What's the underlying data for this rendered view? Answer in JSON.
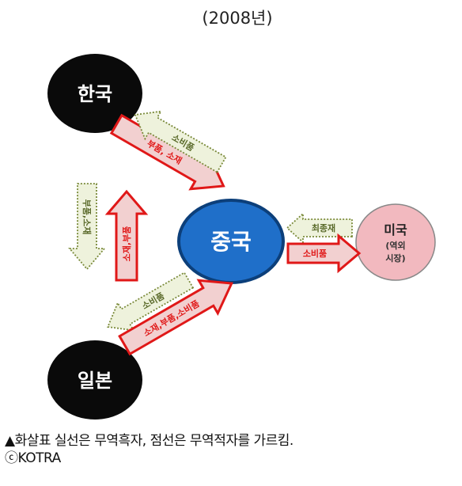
{
  "title": "(2008년)",
  "nodes": {
    "korea": "한국",
    "japan": "일본",
    "china": "중국",
    "usa_name": "미국",
    "usa_sub1": "(역외",
    "usa_sub2": "시장)"
  },
  "arrows": {
    "korea_to_china_solid": "부품, 소재",
    "china_to_korea_dotted": "소비품",
    "japan_to_korea_dotted": "부품,소재",
    "korea_to_japan_solid": "소재,부품",
    "china_to_japan_dotted": "소비품",
    "japan_to_china_solid": "소재,부품,소비품",
    "usa_to_china_dotted": "최종재",
    "china_to_usa_solid": "소비품"
  },
  "caption": {
    "line1": "▲화살표 실선은 무역흑자, 점선은 무역적자를 가르킴.",
    "line2": "ⓒKOTRA"
  },
  "colors": {
    "dark_node": "#0a0a0a",
    "china_node": "#1f6fc9",
    "usa_node": "#f2b9bf",
    "solid_fill": "#f2d0d0",
    "solid_stroke": "#e01818",
    "dotted_fill": "#eef2dc",
    "dotted_stroke": "#7a8a3a"
  }
}
